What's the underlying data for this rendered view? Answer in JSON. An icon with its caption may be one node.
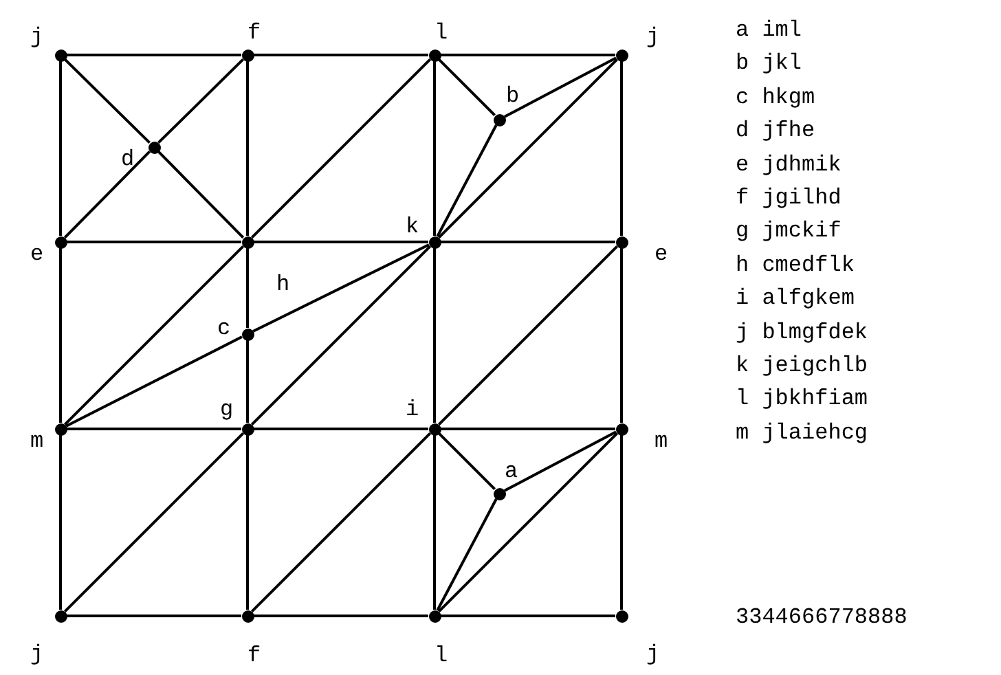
{
  "diagram": {
    "nodes": [
      {
        "text": [
          "j"
        ]
      },
      {
        "text": [
          "f"
        ]
      },
      {
        "text": [
          "l"
        ]
      },
      {
        "text": [
          "j"
        ]
      },
      {
        "text": [
          "b"
        ]
      },
      {
        "text": [
          "d"
        ]
      },
      {
        "text": [
          "e"
        ]
      },
      {
        "text": [
          "h"
        ]
      },
      {
        "text": [
          "k"
        ]
      },
      {
        "text": [
          "e"
        ]
      },
      {
        "text": [
          "c"
        ]
      },
      {
        "text": [
          "m"
        ]
      },
      {
        "text": [
          "g"
        ]
      },
      {
        "text": [
          "i"
        ]
      },
      {
        "text": [
          "m"
        ]
      },
      {
        "text": [
          "a"
        ]
      },
      {
        "text": [
          "j"
        ]
      },
      {
        "text": [
          "f"
        ]
      },
      {
        "text": [
          "l"
        ]
      },
      {
        "text": [
          "j"
        ]
      }
    ],
    "edges": [
      {
        "from": 0,
        "to": 1,
        "arrow": "none"
      },
      {
        "from": 1,
        "to": 2,
        "arrow": "none"
      },
      {
        "from": 2,
        "to": 3,
        "arrow": "none"
      },
      {
        "from": 6,
        "to": 7,
        "arrow": "none"
      },
      {
        "from": 7,
        "to": 8,
        "arrow": "none"
      },
      {
        "from": 8,
        "to": 9,
        "arrow": "none"
      },
      {
        "from": 11,
        "to": 12,
        "arrow": "none"
      },
      {
        "from": 12,
        "to": 13,
        "arrow": "none"
      },
      {
        "from": 13,
        "to": 14,
        "arrow": "none"
      },
      {
        "from": 16,
        "to": 17,
        "arrow": "none"
      },
      {
        "from": 17,
        "to": 18,
        "arrow": "none"
      },
      {
        "from": 18,
        "to": 19,
        "arrow": "none"
      },
      {
        "from": 0,
        "to": 6,
        "arrow": "none"
      },
      {
        "from": 6,
        "to": 11,
        "arrow": "none"
      },
      {
        "from": 11,
        "to": 16,
        "arrow": "none"
      },
      {
        "from": 1,
        "to": 7,
        "arrow": "none"
      },
      {
        "from": 7,
        "to": 10,
        "arrow": "none"
      },
      {
        "from": 10,
        "to": 12,
        "arrow": "none"
      },
      {
        "from": 12,
        "to": 17,
        "arrow": "none"
      },
      {
        "from": 2,
        "to": 8,
        "arrow": "none"
      },
      {
        "from": 8,
        "to": 13,
        "arrow": "none"
      },
      {
        "from": 13,
        "to": 18,
        "arrow": "none"
      },
      {
        "from": 3,
        "to": 9,
        "arrow": "none"
      },
      {
        "from": 9,
        "to": 14,
        "arrow": "none"
      },
      {
        "from": 14,
        "to": 19,
        "arrow": "none"
      },
      {
        "from": 0,
        "to": 5,
        "arrow": "none"
      },
      {
        "from": 5,
        "to": 7,
        "arrow": "none"
      },
      {
        "from": 1,
        "to": 5,
        "arrow": "none"
      },
      {
        "from": 5,
        "to": 6,
        "arrow": "none"
      },
      {
        "from": 7,
        "to": 2,
        "arrow": "none"
      },
      {
        "from": 2,
        "to": 4,
        "arrow": "none"
      },
      {
        "from": 4,
        "to": 8,
        "arrow": "none"
      },
      {
        "from": 4,
        "to": 3,
        "arrow": "none"
      },
      {
        "from": 8,
        "to": 3,
        "arrow": "none"
      },
      {
        "from": 11,
        "to": 7,
        "arrow": "none"
      },
      {
        "from": 11,
        "to": 10,
        "arrow": "none"
      },
      {
        "from": 10,
        "to": 8,
        "arrow": "none"
      },
      {
        "from": 12,
        "to": 8,
        "arrow": "none"
      },
      {
        "from": 13,
        "to": 9,
        "arrow": "none"
      },
      {
        "from": 16,
        "to": 12,
        "arrow": "none"
      },
      {
        "from": 17,
        "to": 13,
        "arrow": "none"
      },
      {
        "from": 13,
        "to": 15,
        "arrow": "none"
      },
      {
        "from": 15,
        "to": 14,
        "arrow": "none"
      },
      {
        "from": 15,
        "to": 18,
        "arrow": "none"
      },
      {
        "from": 18,
        "to": 14,
        "arrow": "none"
      }
    ],
    "labels": [
      "a iml",
      "b jkl",
      "c hkgm",
      "d jfhe",
      "e jdhmik",
      "f jgilhd",
      "g jmckif",
      "h cmedflk",
      "i alfgkem",
      "j blmgfdek",
      "k jeigchlb",
      "l jbkhfiam",
      "m jlaiehcg",
      "3344666778888"
    ]
  }
}
